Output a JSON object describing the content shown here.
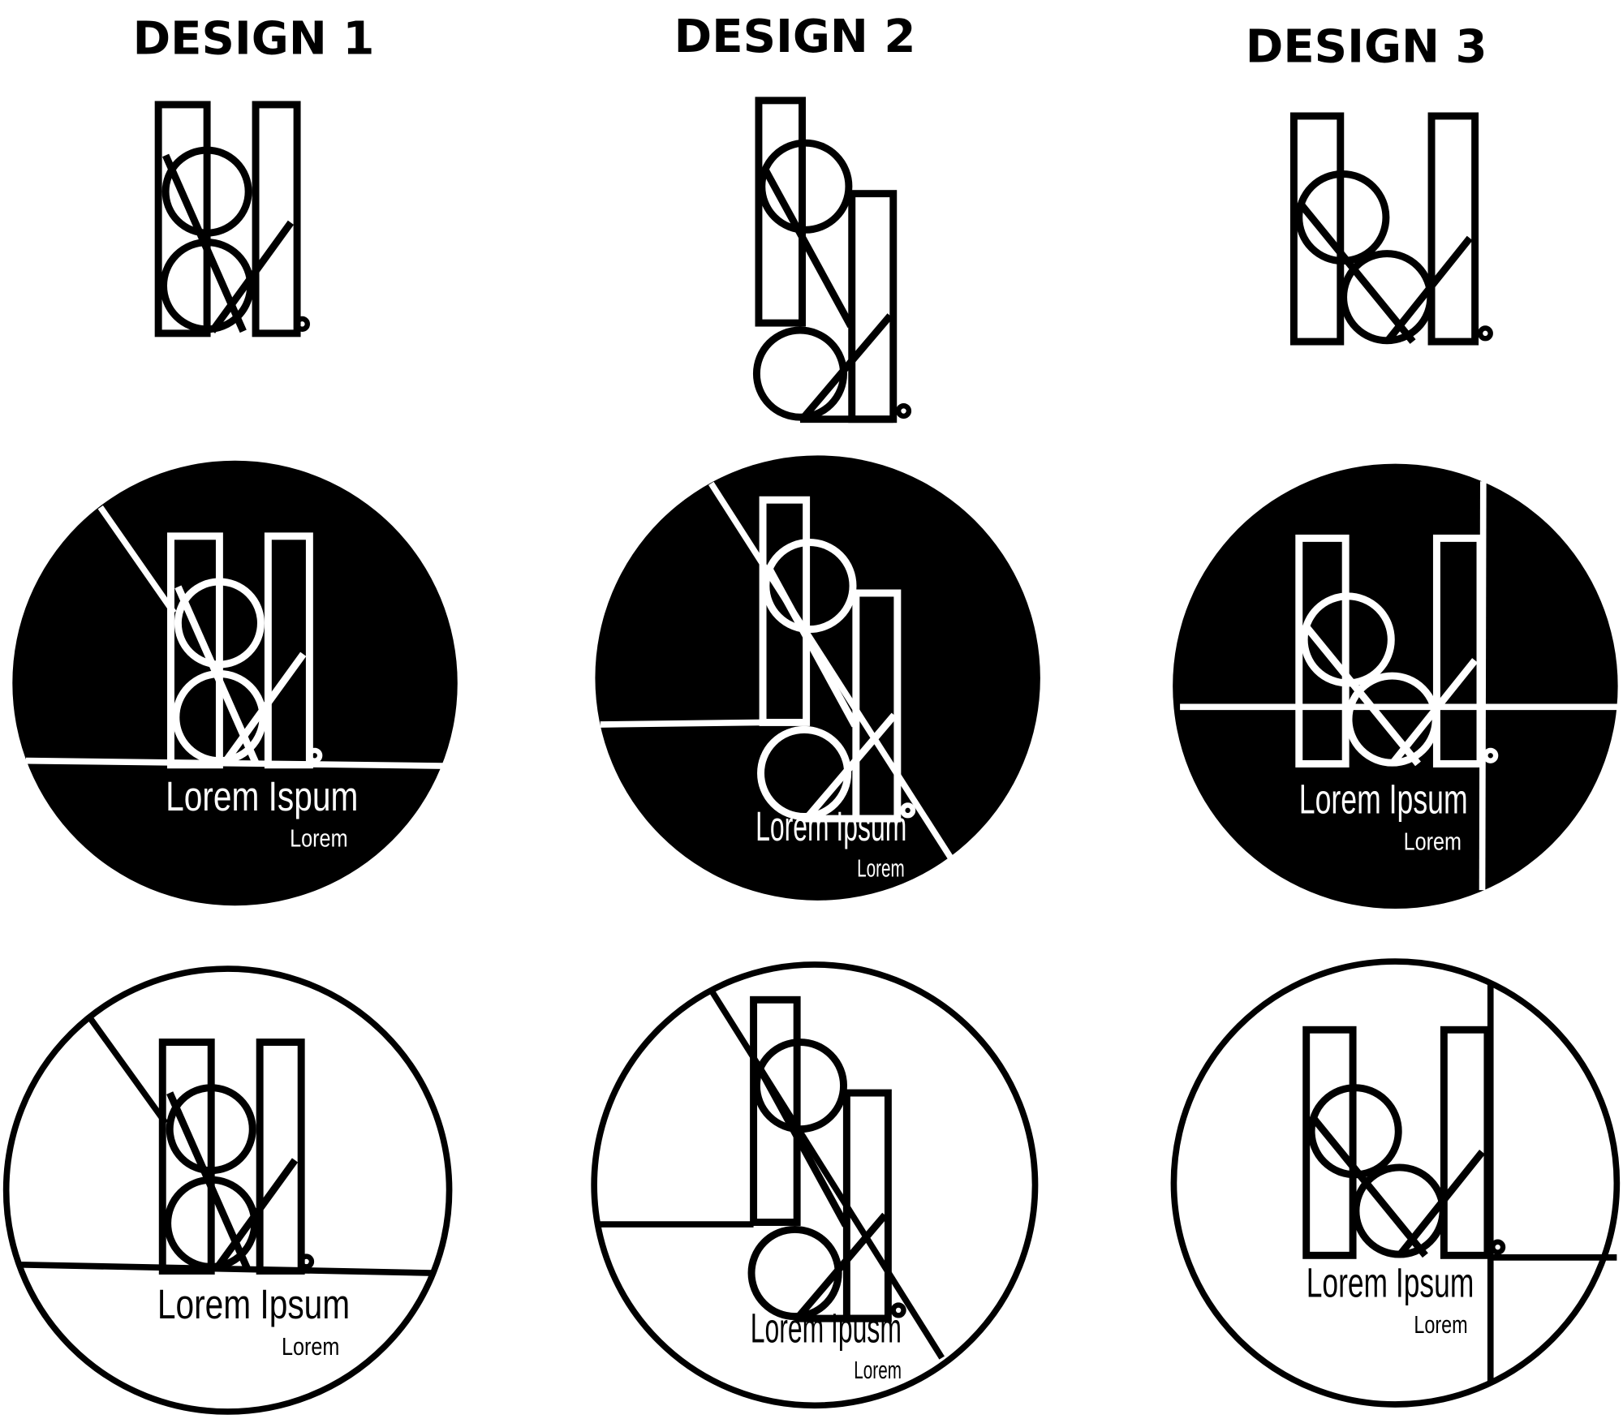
{
  "colors": {
    "ink": "#000000",
    "paper": "#ffffff"
  },
  "designs": [
    {
      "heading": "DESIGN 1",
      "black_badge": {
        "title": "Lorem Ispum",
        "subtitle": "Lorem"
      },
      "white_badge": {
        "title": "Lorem Ipsum",
        "subtitle": "Lorem"
      }
    },
    {
      "heading": "DESIGN 2",
      "black_badge": {
        "title": "Lorem Ipsum",
        "subtitle": "Lorem"
      },
      "white_badge": {
        "title": "Lorem Ipusm",
        "subtitle": "Lorem"
      }
    },
    {
      "heading": "DESIGN 3",
      "black_badge": {
        "title": "Lorem Ipsum",
        "subtitle": "Lorem"
      },
      "white_badge": {
        "title": "Lorem Ipsum",
        "subtitle": "Lorem"
      }
    }
  ]
}
